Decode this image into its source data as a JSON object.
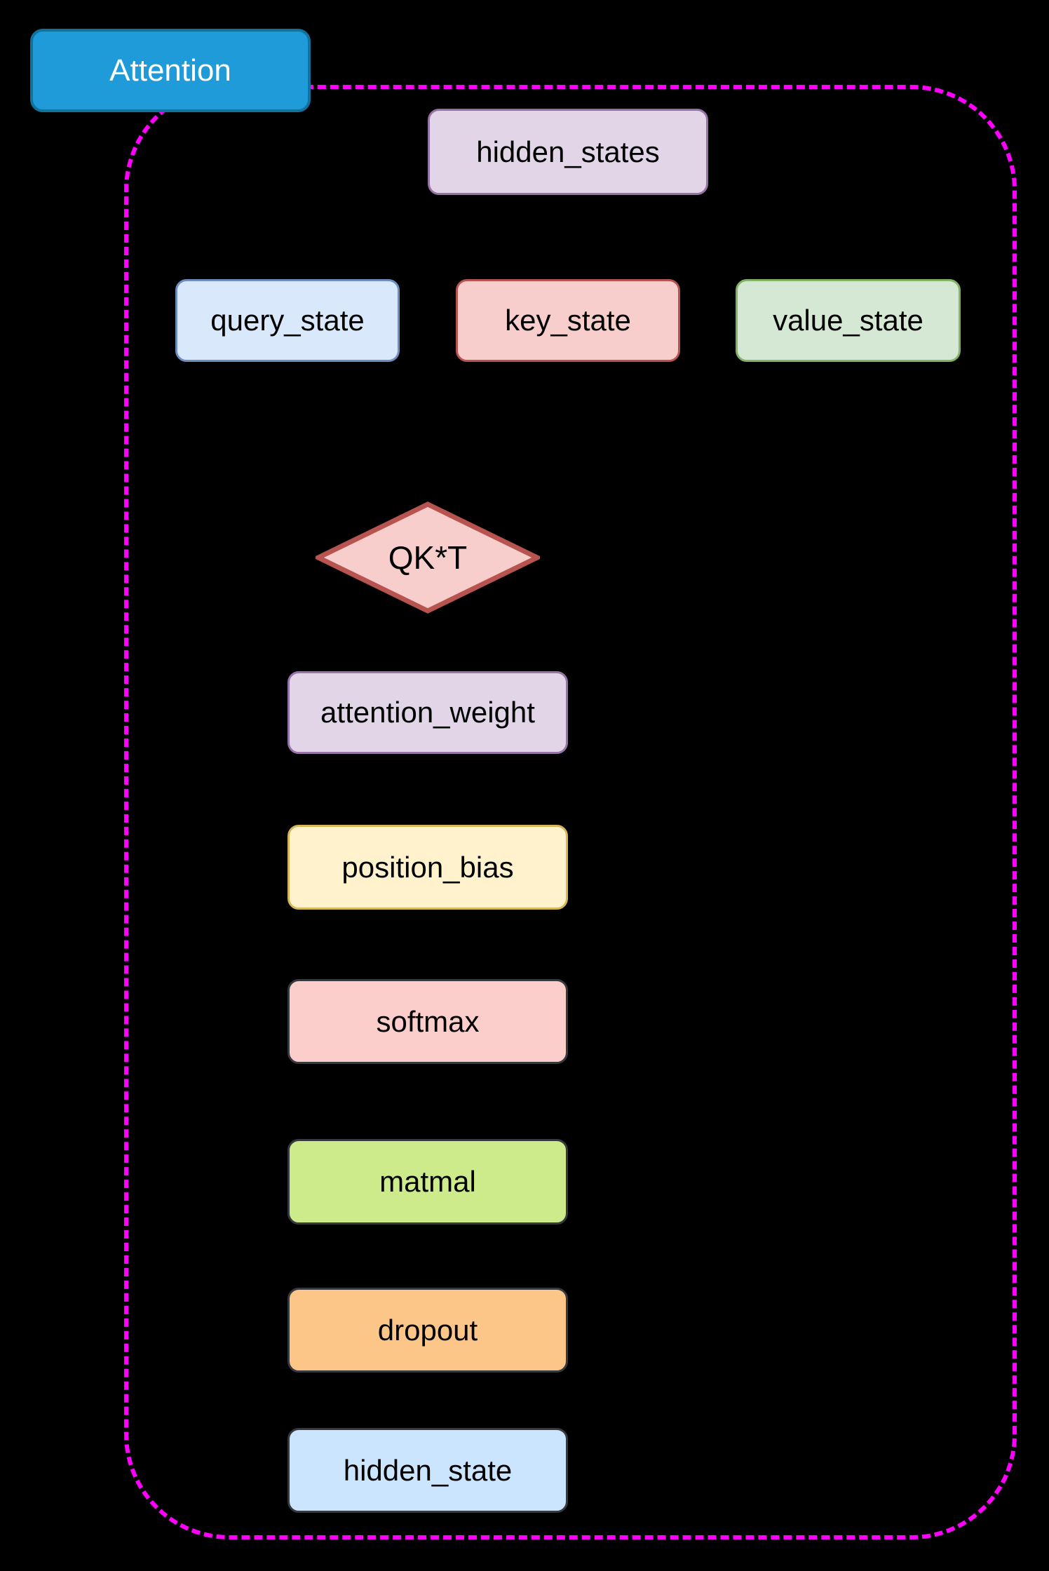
{
  "canvas": {
    "background": "#000000"
  },
  "module": {
    "boundary_color": "#ff00ff",
    "title_badge": {
      "label": "Attention",
      "fill": "#1e9bd8",
      "border": "#10739e",
      "text_color": "#ffffff"
    }
  },
  "nodes": {
    "hidden_states": {
      "label": "hidden_states",
      "shape": "rounded-rect",
      "fill": "#e1d5e7",
      "border": "#9673a6"
    },
    "query_state": {
      "label": "query_state",
      "shape": "rounded-rect",
      "fill": "#dae8fc",
      "border": "#6c8ebf"
    },
    "key_state": {
      "label": "key_state",
      "shape": "rounded-rect",
      "fill": "#f8cecc",
      "border": "#b85450"
    },
    "value_state": {
      "label": "value_state",
      "shape": "rounded-rect",
      "fill": "#d5e8d4",
      "border": "#82b366"
    },
    "qkt": {
      "label": "QK*T",
      "shape": "diamond",
      "fill": "#f8cecc",
      "border": "#b85450"
    },
    "attention_weight": {
      "label": "attention_weight",
      "shape": "rounded-rect",
      "fill": "#e1d5e7",
      "border": "#9673a6"
    },
    "position_bias": {
      "label": "position_bias",
      "shape": "rounded-rect",
      "fill": "#fff2cc",
      "border": "#d6b656"
    },
    "softmax": {
      "label": "softmax",
      "shape": "rounded-rect",
      "fill": "#fbcdcb",
      "border": "#36393d"
    },
    "matmal": {
      "label": "matmal",
      "shape": "rounded-rect",
      "fill": "#cdeb8b",
      "border": "#36393d"
    },
    "dropout": {
      "label": "dropout",
      "shape": "rounded-rect",
      "fill": "#fcc689",
      "border": "#36393d"
    },
    "hidden_state": {
      "label": "hidden_state",
      "shape": "rounded-rect",
      "fill": "#cce5ff",
      "border": "#36393d"
    }
  }
}
